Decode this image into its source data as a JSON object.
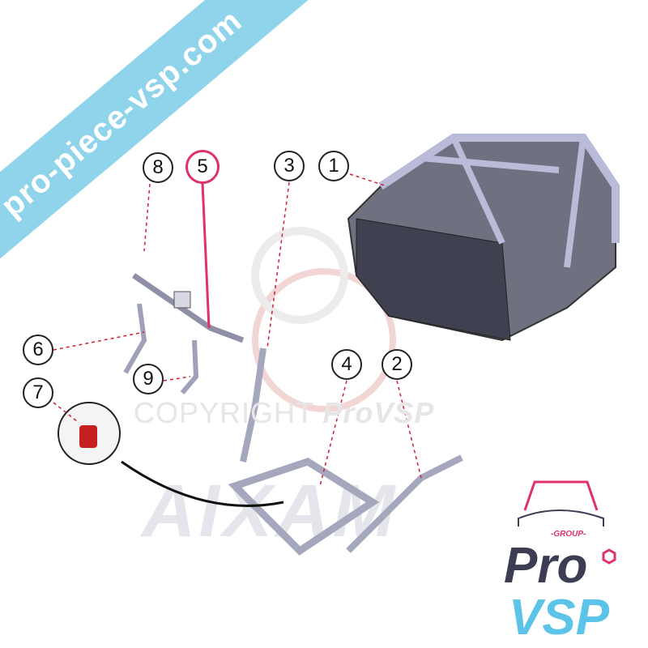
{
  "banner": {
    "text": "pro-piece-vsp.com",
    "color": "#8fd4ea"
  },
  "watermark": {
    "copyright": "COPYRIGHT",
    "brand": "ProVSP",
    "model": "AIXAM"
  },
  "callouts": [
    {
      "number": "8"
    },
    {
      "number": "5",
      "highlighted": true
    },
    {
      "number": "3"
    },
    {
      "number": "1"
    },
    {
      "number": "6"
    },
    {
      "number": "7"
    },
    {
      "number": "9"
    },
    {
      "number": "4"
    },
    {
      "number": "2"
    }
  ],
  "highlight_color": "#e0306f",
  "logo": {
    "group": "-GROUP-",
    "line1": "Pro",
    "line2": "VSP"
  }
}
